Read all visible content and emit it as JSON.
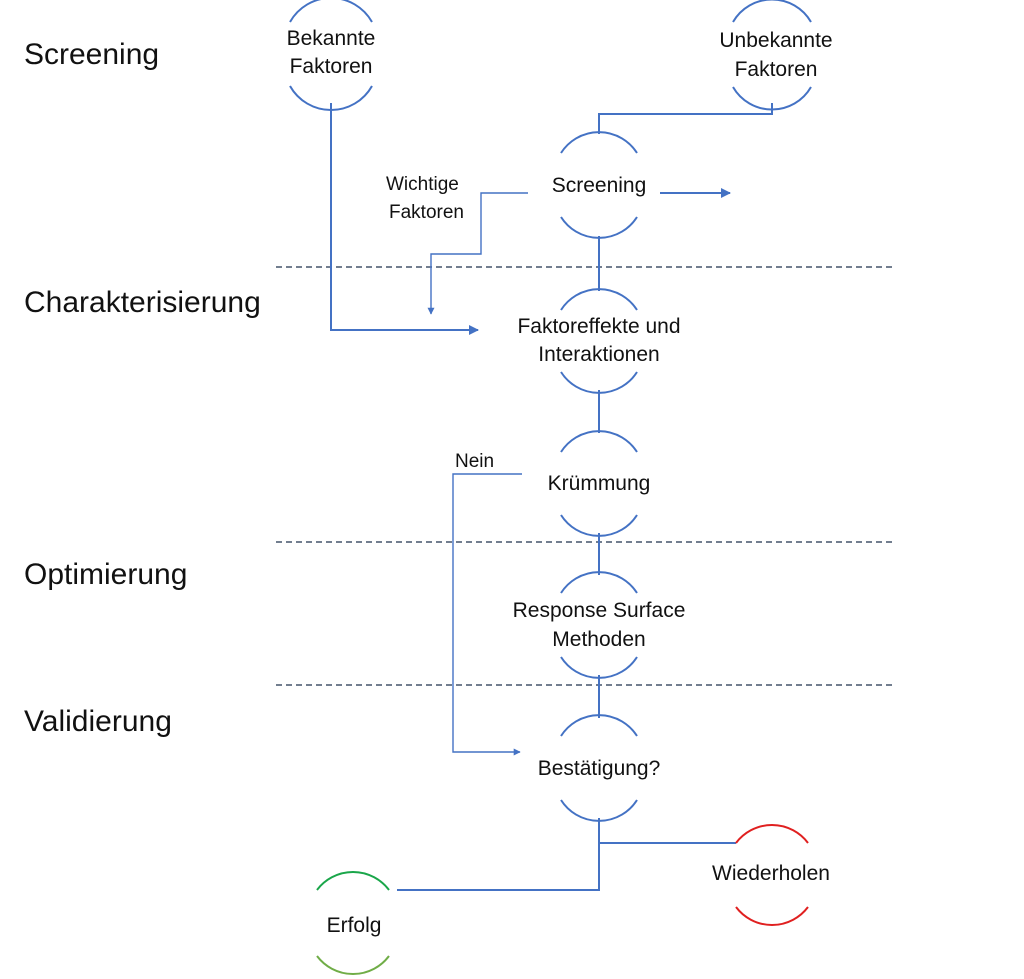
{
  "phases": [
    {
      "id": "screening",
      "label": "Screening"
    },
    {
      "id": "characterization",
      "label": "Charakterisierung"
    },
    {
      "id": "optimization",
      "label": "Optimierung"
    },
    {
      "id": "validation",
      "label": "Validierung"
    }
  ],
  "nodes": {
    "known_factors": {
      "lines": [
        "Bekannte",
        "Faktoren"
      ],
      "color": "#4472c4"
    },
    "unknown_factors": {
      "lines": [
        "Unbekannte",
        "Faktoren"
      ],
      "color": "#4472c4"
    },
    "screening": {
      "lines": [
        "Screening"
      ],
      "color": "#4472c4"
    },
    "factor_effects": {
      "lines": [
        "Faktoreffekte und",
        "Interaktionen"
      ],
      "color": "#4472c4"
    },
    "curvature": {
      "lines": [
        "Krümmung"
      ],
      "color": "#4472c4"
    },
    "rsm": {
      "lines": [
        "Response Surface",
        "Methoden"
      ],
      "color": "#4472c4"
    },
    "confirmation": {
      "lines": [
        "Bestätigung?"
      ],
      "color": "#4472c4"
    },
    "success": {
      "lines": [
        "Erfolg"
      ],
      "color_top": "#1aa64a",
      "color_bottom": "#70ad47"
    },
    "repeat": {
      "lines": [
        "Wiederholen"
      ],
      "color": "#e02020"
    }
  },
  "annotations": {
    "important_factors": [
      "Wichtige",
      "Faktoren"
    ],
    "no": "Nein"
  },
  "colors": {
    "connector": "#4472c4",
    "divider": "#44546a",
    "text": "#111111"
  }
}
